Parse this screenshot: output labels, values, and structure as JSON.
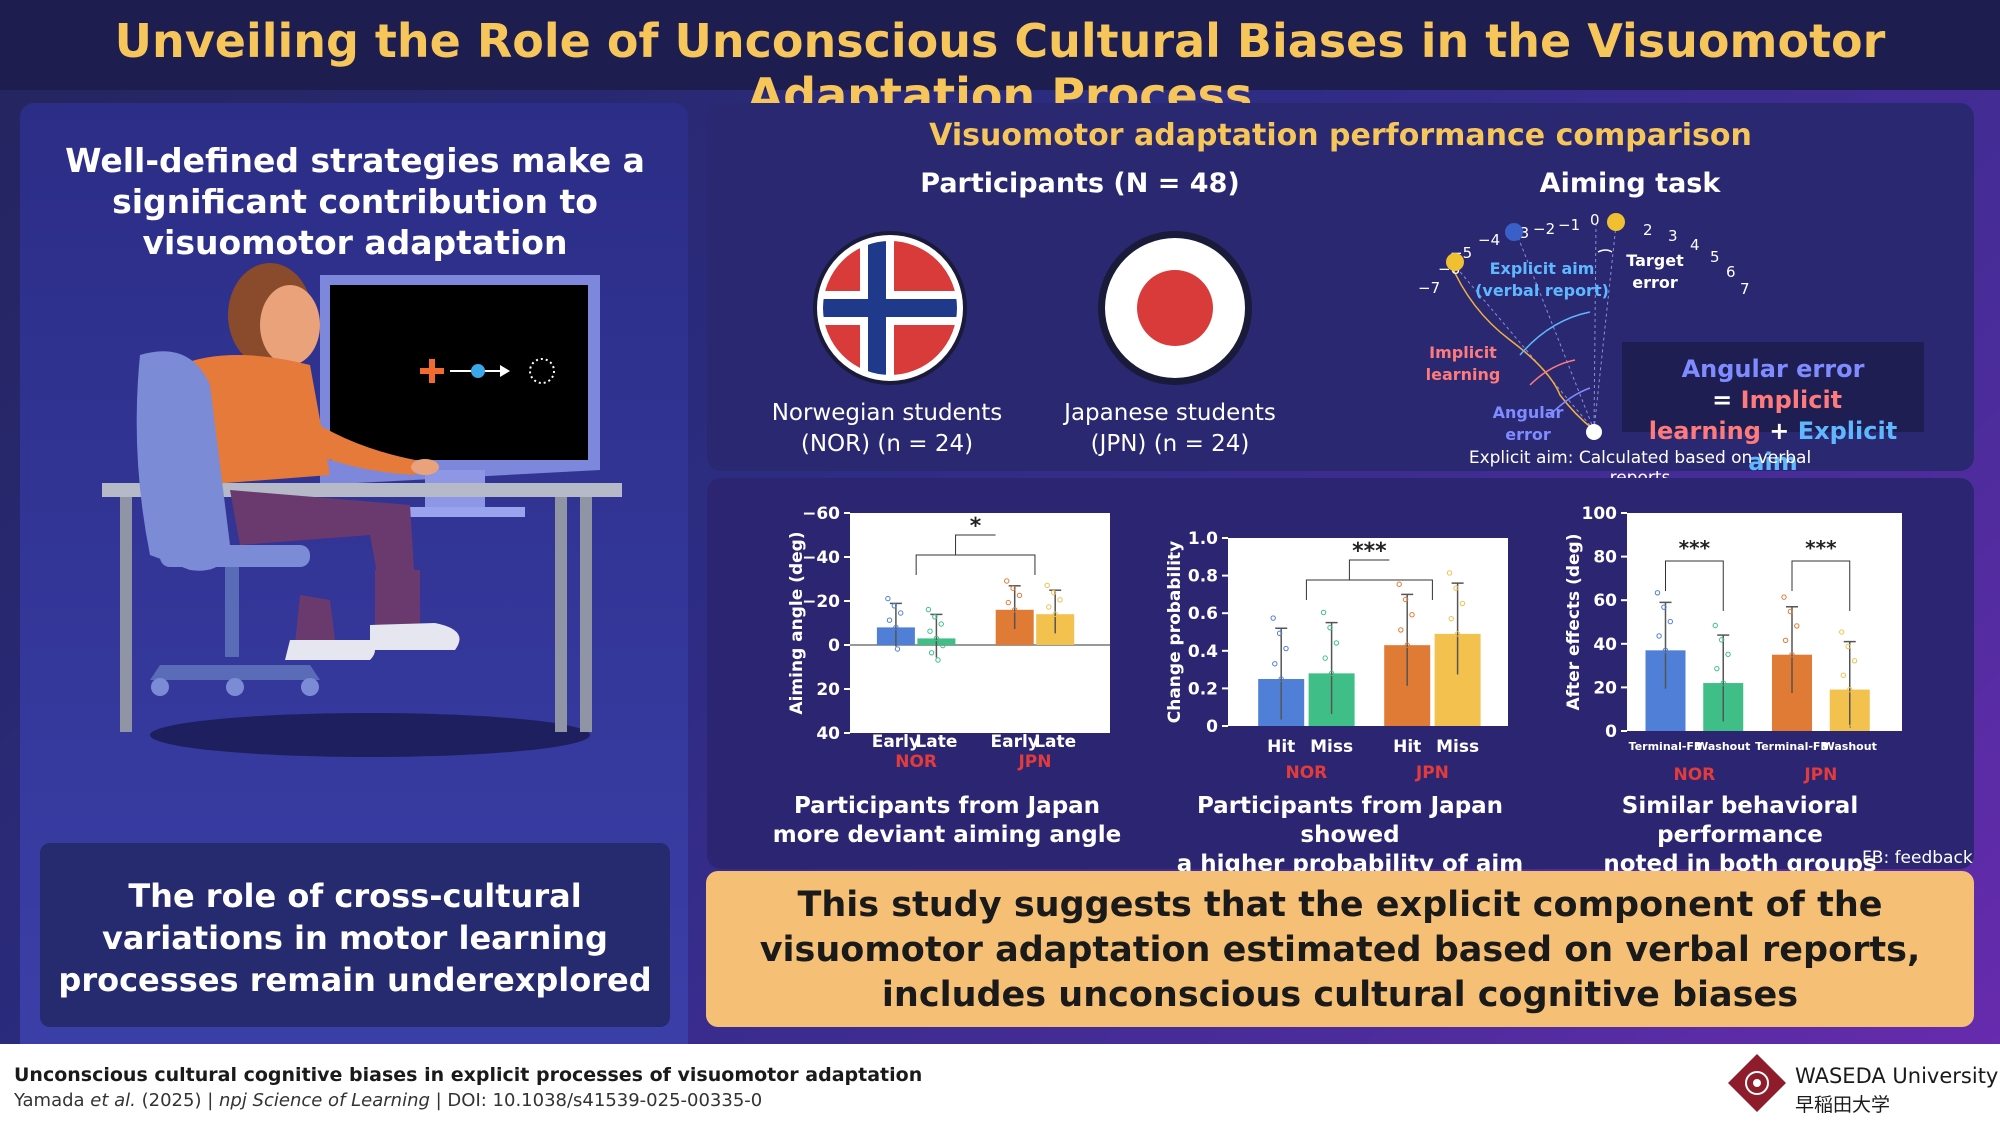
{
  "title": "Unveiling the Role of Unconscious Cultural Biases in the Visuomotor Adaptation Process",
  "left": {
    "heading": "Well-defined strategies make a significant contribution to visuomotor adaptation",
    "bottom_text": "The role of cross-cultural variations in motor learning processes remain underexplored"
  },
  "top": {
    "section_title": "Visuomotor adaptation performance comparison",
    "participants_title": "Participants (N = 48)",
    "nor_label_1": "Norwegian students",
    "nor_label_2": "(NOR) (n = 24)",
    "jpn_label_1": "Japanese students",
    "jpn_label_2": "(JPN) (n = 24)",
    "aiming_title": "Aiming task",
    "aiming": {
      "ticks_neg": [
        "−7",
        "−6",
        "−5",
        "−4",
        "−3",
        "−2",
        "−1"
      ],
      "ticks_pos": [
        "0",
        "2",
        "3",
        "4",
        "5",
        "6",
        "7"
      ],
      "explicit_aim_1": "Explicit aim",
      "explicit_aim_2": "(verbal report)",
      "target_error_1": "Target",
      "target_error_2": "error",
      "implicit_1": "Implicit",
      "implicit_2": "learning",
      "angular_1": "Angular",
      "angular_2": "error"
    },
    "equation": {
      "angular": "Angular error",
      "eq": " = ",
      "implicit_a": "Implicit",
      "implicit_b": "learning",
      "plus": " + ",
      "explicit": "Explicit aim"
    },
    "explicit_note": "Explicit aim: Calculated based on verbal reports"
  },
  "chart_data": [
    {
      "type": "bar",
      "ylabel": "Aiming angle (deg)",
      "yticks": [
        "−60",
        "−40",
        "−20",
        "0",
        "20",
        "40"
      ],
      "ylim": [
        40,
        -60
      ],
      "categories": [
        "Early",
        "Late",
        "Early",
        "Late"
      ],
      "groups": [
        "NOR",
        "JPN"
      ],
      "values": [
        -8,
        -3,
        -16,
        -14
      ],
      "significance": "*"
    },
    {
      "type": "bar",
      "ylabel": "Change probability",
      "yticks": [
        "0",
        "0.2",
        "0.4",
        "0.6",
        "0.8",
        "1.0"
      ],
      "ylim": [
        0,
        1.0
      ],
      "categories": [
        "Hit",
        "Miss",
        "Hit",
        "Miss"
      ],
      "groups": [
        "NOR",
        "JPN"
      ],
      "values": [
        0.25,
        0.28,
        0.43,
        0.49
      ],
      "significance": "***"
    },
    {
      "type": "bar",
      "ylabel": "After effects (deg)",
      "yticks": [
        "0",
        "20",
        "40",
        "60",
        "80",
        "100"
      ],
      "ylim": [
        0,
        100
      ],
      "categories": [
        "Terminal-FB",
        "Washout",
        "Terminal-FB",
        "Washout"
      ],
      "groups": [
        "NOR",
        "JPN"
      ],
      "values": [
        37,
        22,
        35,
        19
      ],
      "significance": [
        "***",
        "***"
      ]
    }
  ],
  "captions": {
    "c1a": "Participants from Japan",
    "c1b": "more deviant aiming angle",
    "c2a": "Participants from Japan showed",
    "c2b": "a higher probability of aim change",
    "c3a": "Similar behavioral performance",
    "c3b": "noted in both groups",
    "fb_note": "FB: feedback"
  },
  "conclusion": "This study suggests that the explicit component of the visuomotor adaptation estimated based on verbal reports, includes unconscious cultural cognitive biases",
  "footer": {
    "title": "Unconscious cultural cognitive biases in explicit processes of visuomotor adaptation",
    "cite_a": "Yamada ",
    "cite_etal": "et al.",
    "cite_b": " (2025) | ",
    "cite_journal": "npj Science of Learning",
    "cite_c": " | DOI: 10.1038/s41539-025-00335-0",
    "waseda_en": "WASEDA University",
    "waseda_ja": "早稲田大学"
  },
  "colors": {
    "title": "#f6c65a",
    "nor_blue": "#4f7fd6",
    "nor_green": "#3fbf87",
    "jpn_orange": "#e07b35",
    "jpn_yellow": "#f2c14e",
    "group_label_red": "#e23b3b",
    "angular_error": "#7f8cff",
    "implicit": "#ff7a7a",
    "explicit": "#5fb8ff"
  }
}
